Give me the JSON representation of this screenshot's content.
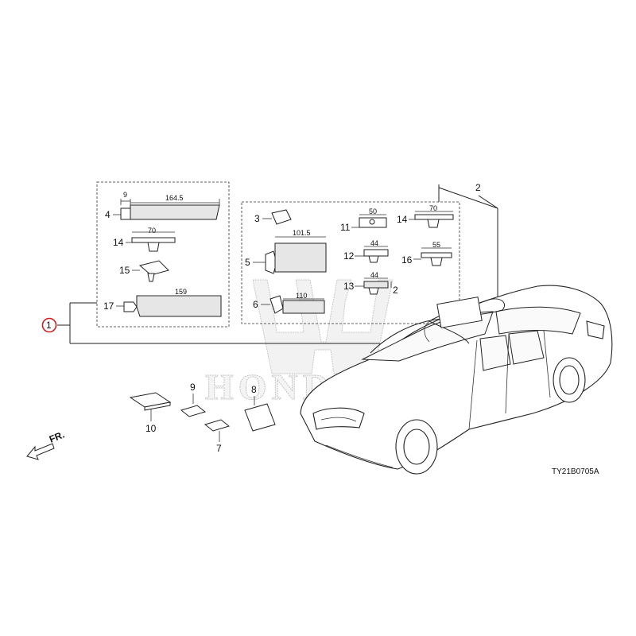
{
  "watermark": {
    "text": "HONDA"
  },
  "callouts": {
    "p1": "1",
    "p2": "2",
    "p3": "3",
    "p4": "4",
    "p5": "5",
    "p6": "6",
    "p7": "7",
    "p8": "8",
    "p9": "9",
    "p10": "10",
    "p11": "11",
    "p12": "12",
    "p13": "13",
    "p13b": "2",
    "p14a": "14",
    "p14b": "14",
    "p15": "15",
    "p16": "16",
    "p17": "17"
  },
  "dimensions": {
    "d4a": "9",
    "d4b": "164.5",
    "d14a": "70",
    "d17": "159",
    "d5": "101.5",
    "d6": "110",
    "d11": "50",
    "d12": "44",
    "d13": "44",
    "d14b": "70",
    "d16": "55"
  },
  "front_arrow": "FR.",
  "diagram_code": "TY21B0705A",
  "highlight_color": "#d11f1f"
}
